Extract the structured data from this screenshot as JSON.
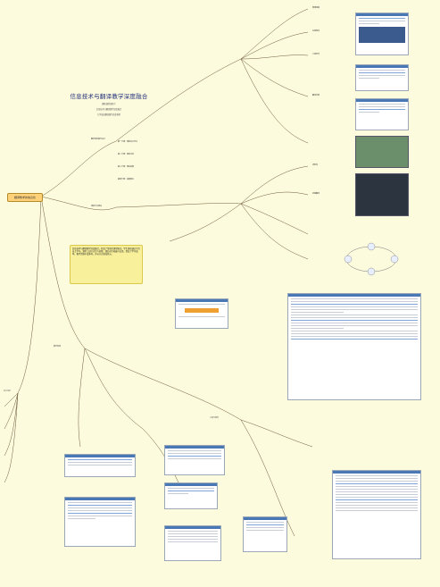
{
  "title": "信息技术与翻译教学深度融合",
  "root_label": "翻译教学的信息化",
  "subtitle_lines": [
    "翻转课堂视角下",
    "信息技术与翻译教学深度融合",
    "大学英语翻译教学改革探索"
  ],
  "branches": {
    "design": "翻转课堂教学设计",
    "platform": "课程平台建设",
    "resources": "教学资源",
    "evaluation": "多元评价",
    "tools": "工具与软件"
  },
  "sub_items": [
    "第一节课：课前自主学习",
    "第二节课：课堂讨论",
    "第三节课：课后拓展",
    "第四节课：成果展示",
    "微课视频",
    "在线测试",
    "小组合作",
    "翻译实践",
    "语料库",
    "机辅翻译"
  ],
  "highlight_text": "信息技术与翻译教学深度融合，转变了传统的课堂模式，学生课前通过平台自主学习，课堂上进行讨论与实践，课后进行拓展与反思，提高了学习效率。教学资源丰富多样，评价方式更加多元。",
  "colors": {
    "background": "#fdfbdd",
    "line": "#6a5a3a",
    "title": "#1f2e7a",
    "highlight": "#f8f09a",
    "root": "#ffd27a"
  }
}
